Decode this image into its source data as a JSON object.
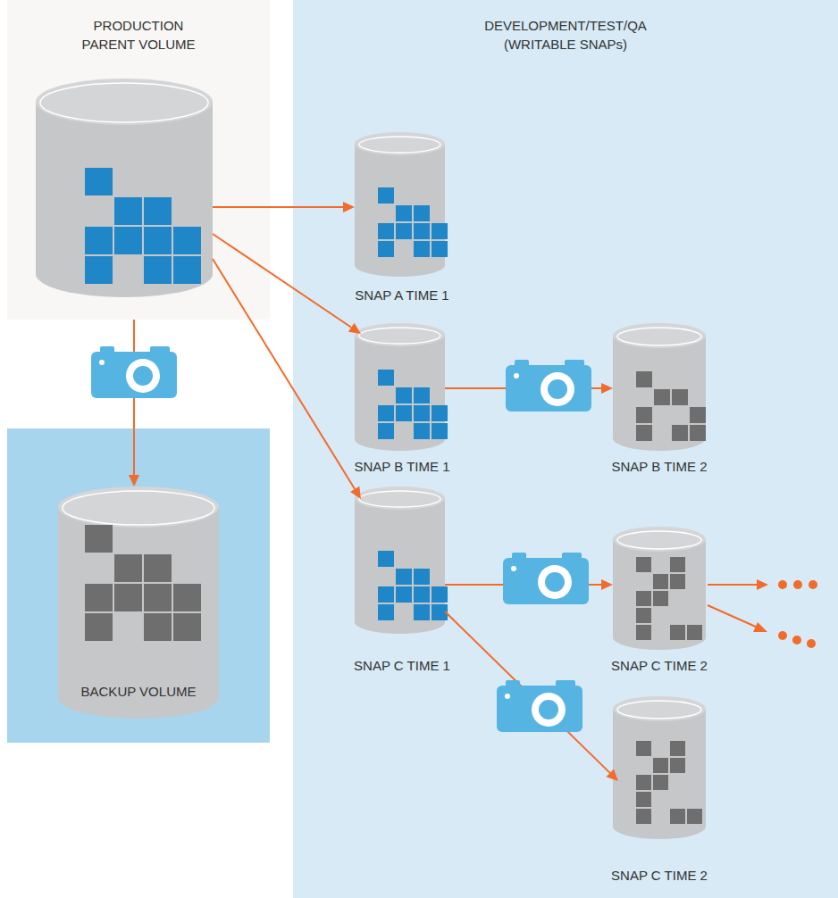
{
  "diagram": {
    "nodes": [
      {
        "text": [
          "PRODUCTION PARENT VOLUME"
        ]
      },
      {
        "text": [
          "BACKUP VOLUME"
        ]
      },
      {
        "text": [
          "DEVELOPMENT/TEST/QA (WRITABLE SNAPs)"
        ]
      },
      {
        "text": [
          "SNAP A TIME 1"
        ],
        "in": 2
      },
      {
        "text": [
          "SNAP B TIME 1"
        ],
        "in": 2
      },
      {
        "text": [
          "SNAP B TIME 2"
        ],
        "in": 2
      },
      {
        "text": [
          "SNAP C TIME 1"
        ],
        "in": 2
      },
      {
        "text": [
          "SNAP C TIME 2"
        ],
        "in": 2
      },
      {
        "text": [
          "SNAP C TIME 2"
        ],
        "in": 2
      }
    ],
    "edges": [
      {
        "from": 0,
        "to": 1,
        "arrow": "to"
      },
      {
        "from": 0,
        "to": 3,
        "arrow": "to"
      },
      {
        "from": 0,
        "to": 4,
        "arrow": "to"
      },
      {
        "from": 0,
        "to": 6,
        "arrow": "to"
      },
      {
        "from": 4,
        "to": 5,
        "arrow": "to"
      },
      {
        "from": 6,
        "to": 7,
        "arrow": "to"
      },
      {
        "from": 6,
        "to": 8,
        "arrow": "to"
      }
    ]
  }
}
